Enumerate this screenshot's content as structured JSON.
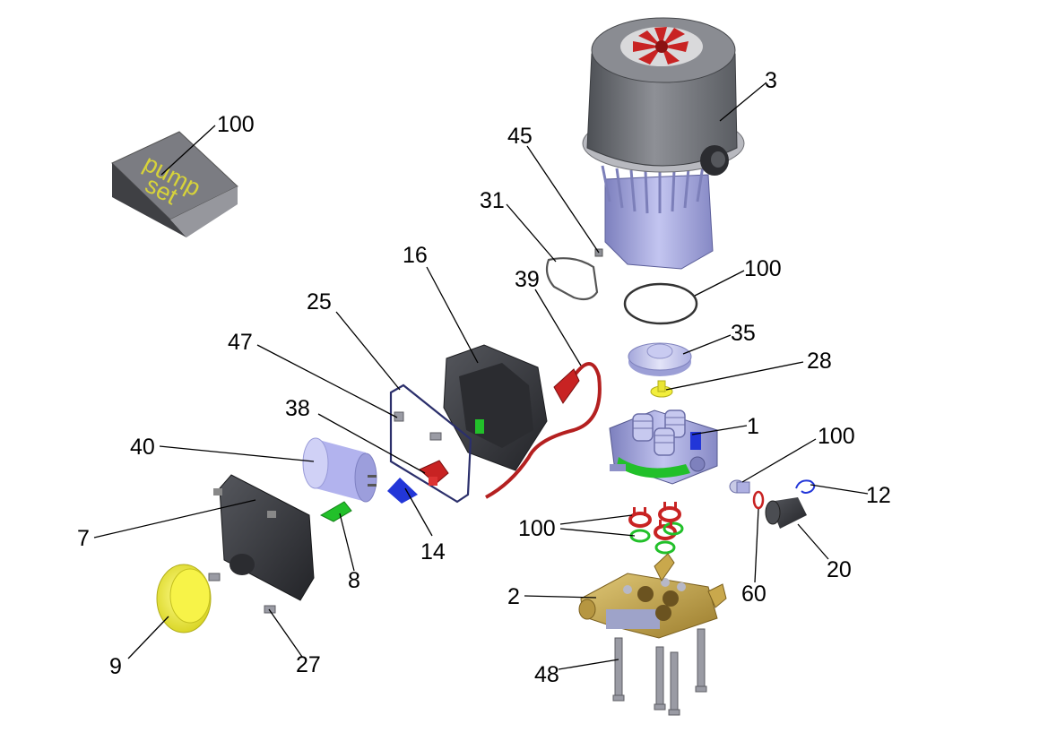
{
  "pump_set_box": {
    "line1": "pump",
    "line2": "set"
  },
  "callouts": {
    "c100_box": "100",
    "c3": "3",
    "c45": "45",
    "c31": "31",
    "c100_seal": "100",
    "c16": "16",
    "c39": "39",
    "c35": "35",
    "c25": "25",
    "c28": "28",
    "c47": "47",
    "c1": "1",
    "c38": "38",
    "c100_valve": "100",
    "c40": "40",
    "c12": "12",
    "c100_rings": "100",
    "c7": "7",
    "c14": "14",
    "c8": "8",
    "c20": "20",
    "c2": "2",
    "c60": "60",
    "c9": "9",
    "c27": "27",
    "c48": "48"
  },
  "colors": {
    "motor_gray": "#74777c",
    "pump_body": "#a7a9e0",
    "brass": "#d2b45a",
    "red_part": "#c82323",
    "green_part": "#22c02a",
    "yellow_part": "#f2ee3c",
    "dark_housing": "#3a3b40",
    "blue_part": "#2236d8"
  }
}
